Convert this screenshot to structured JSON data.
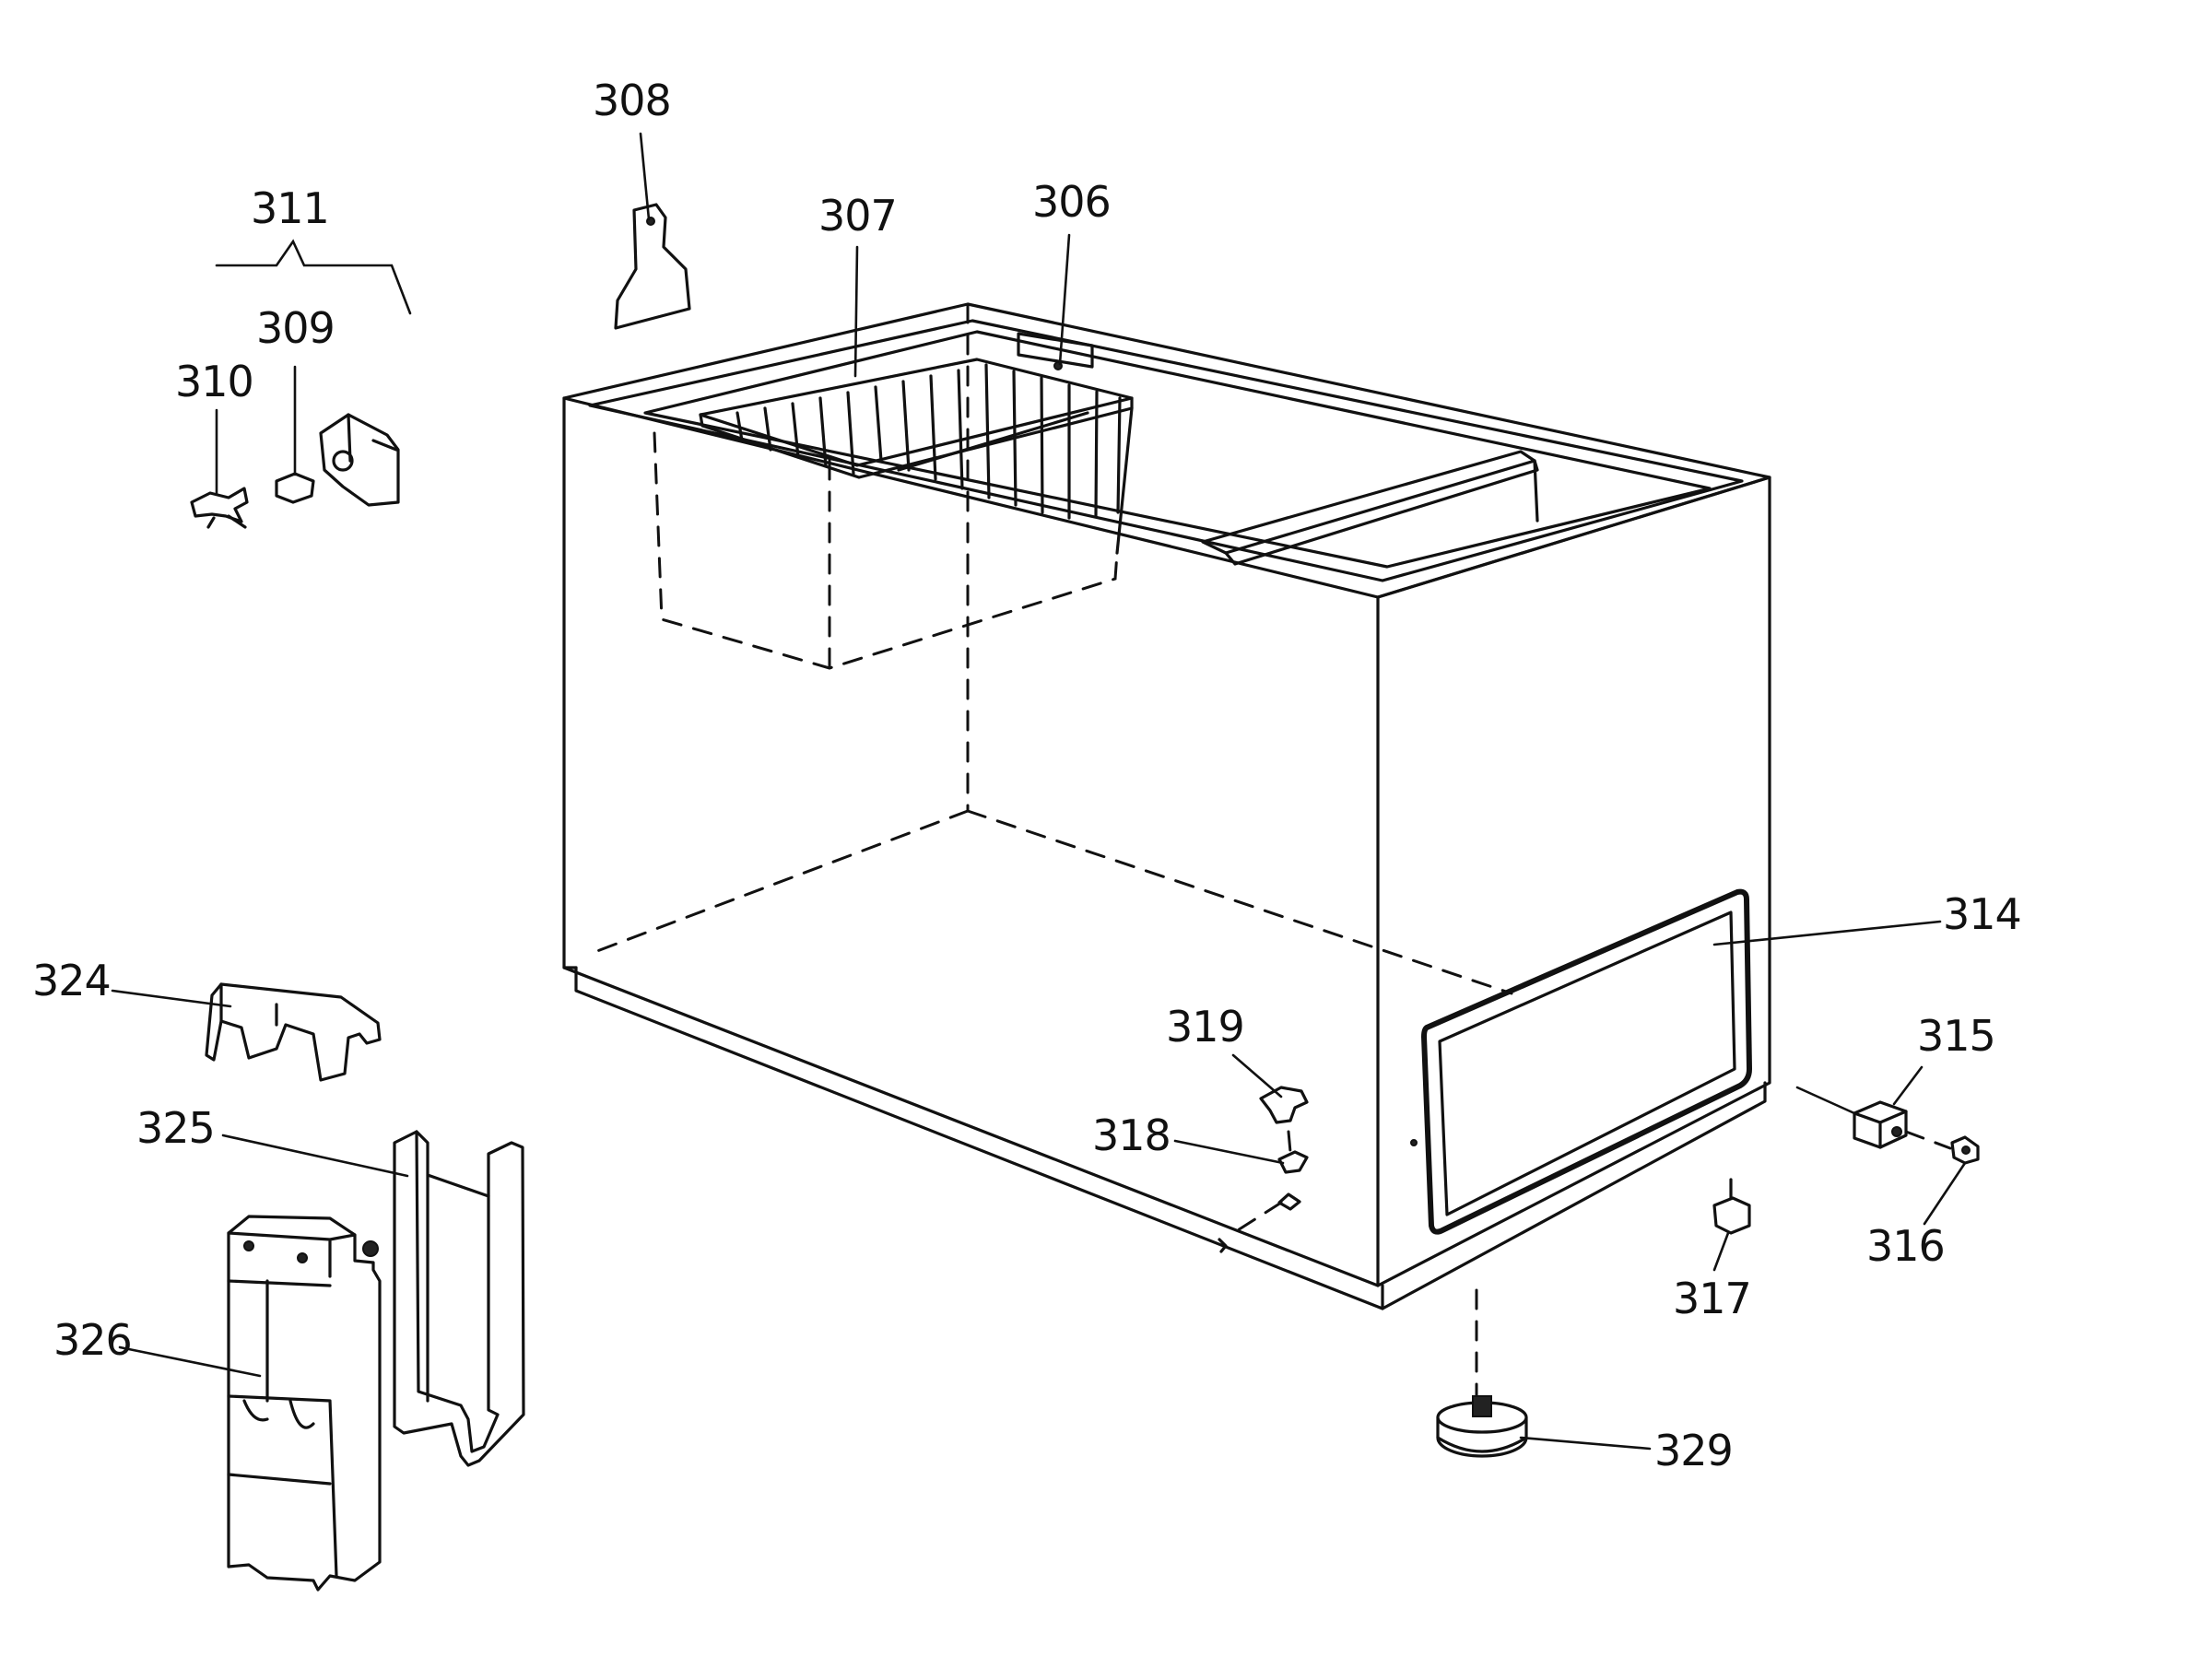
{
  "diagram": {
    "callouts": {
      "c306": "306",
      "c307": "307",
      "c308": "308",
      "c309": "309",
      "c310": "310",
      "c311": "311",
      "c314": "314",
      "c315": "315",
      "c316": "316",
      "c317": "317",
      "c318": "318",
      "c319": "319",
      "c324": "324",
      "c325": "325",
      "c326": "326",
      "c329": "329"
    }
  }
}
